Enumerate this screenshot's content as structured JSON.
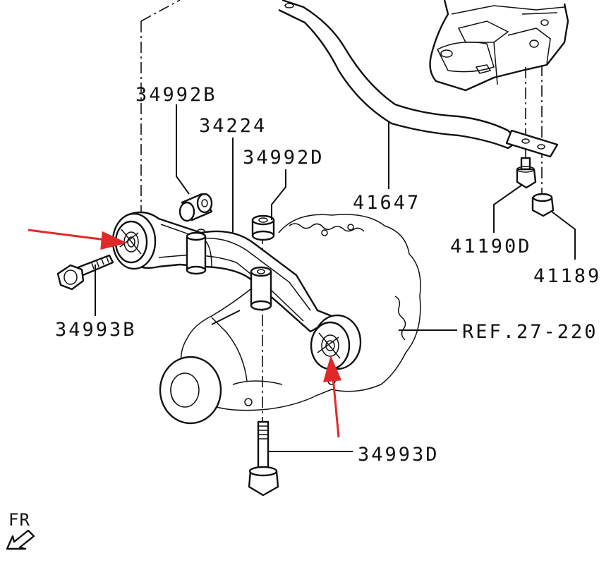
{
  "labels": {
    "p34992B": "34992B",
    "p34224": "34224",
    "p34992D": "34992D",
    "p41647": "41647",
    "p41190D": "41190D",
    "p41189": "41189",
    "p34993B": "34993B",
    "ref": "REF.27-220",
    "p34993D": "34993D",
    "fr": "FR"
  },
  "colors": {
    "line": "#111111",
    "highlight_arrow": "#e02a2a",
    "background": "#ffffff"
  }
}
